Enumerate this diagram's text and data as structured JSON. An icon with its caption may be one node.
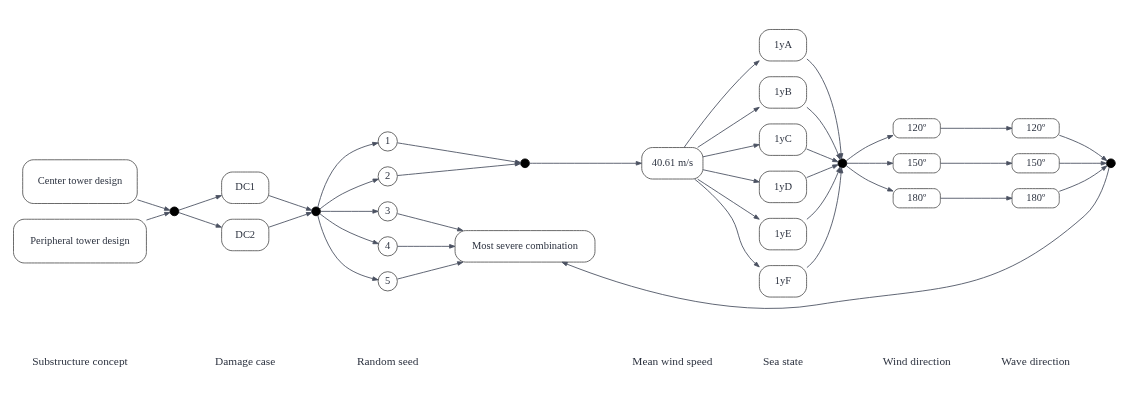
{
  "diagram": {
    "nodes": [
      {
        "text": [
          "Center tower design"
        ]
      },
      {
        "text": [
          "Peripheral tower design"
        ]
      },
      {
        "text": [],
        "shape": "circle"
      },
      {
        "text": [
          "DC1"
        ]
      },
      {
        "text": [
          "DC2"
        ]
      },
      {
        "text": [],
        "shape": "circle"
      },
      {
        "text": [
          "1"
        ]
      },
      {
        "text": [
          "2"
        ]
      },
      {
        "text": [],
        "shape": "circle"
      },
      {
        "text": [
          "40.61 m/s"
        ]
      },
      {
        "text": [
          "1yA"
        ]
      },
      {
        "text": [
          "1yB"
        ]
      },
      {
        "text": [
          "1yC"
        ]
      },
      {
        "text": [
          "1yD"
        ]
      },
      {
        "text": [
          "1yE"
        ]
      },
      {
        "text": [
          "1yF"
        ]
      },
      {
        "text": [],
        "shape": "circle"
      },
      {
        "text": [
          "120º"
        ]
      },
      {
        "text": [
          "150º"
        ]
      },
      {
        "text": [
          "180º"
        ]
      },
      {
        "text": [
          "120º"
        ]
      },
      {
        "text": [
          "150º"
        ]
      },
      {
        "text": [
          "180º"
        ]
      },
      {
        "text": [],
        "shape": "circle"
      },
      {
        "text": [
          "3"
        ]
      },
      {
        "text": [
          "4"
        ]
      },
      {
        "text": [
          "5"
        ]
      },
      {
        "text": [
          "Most severe combination"
        ]
      }
    ],
    "edges": [
      {
        "from": 0,
        "to": 2,
        "arrow": "to"
      },
      {
        "from": 1,
        "to": 2,
        "arrow": "to"
      },
      {
        "from": 2,
        "to": 3,
        "arrow": "to"
      },
      {
        "from": 2,
        "to": 4,
        "arrow": "to"
      },
      {
        "from": 3,
        "to": 5,
        "arrow": "to"
      },
      {
        "from": 4,
        "to": 5,
        "arrow": "to"
      },
      {
        "from": 5,
        "to": 6,
        "arrow": "to"
      },
      {
        "from": 5,
        "to": 7,
        "arrow": "to"
      },
      {
        "from": 5,
        "to": 24,
        "arrow": "to"
      },
      {
        "from": 5,
        "to": 25,
        "arrow": "to"
      },
      {
        "from": 5,
        "to": 26,
        "arrow": "to"
      },
      {
        "from": 6,
        "to": 8,
        "arrow": "to"
      },
      {
        "from": 7,
        "to": 8,
        "arrow": "to"
      },
      {
        "from": 8,
        "to": 9,
        "arrow": "to"
      },
      {
        "from": 9,
        "to": 10,
        "arrow": "to"
      },
      {
        "from": 9,
        "to": 11,
        "arrow": "to"
      },
      {
        "from": 9,
        "to": 12,
        "arrow": "to"
      },
      {
        "from": 9,
        "to": 13,
        "arrow": "to"
      },
      {
        "from": 9,
        "to": 14,
        "arrow": "to"
      },
      {
        "from": 9,
        "to": 15,
        "arrow": "to"
      },
      {
        "from": 10,
        "to": 16,
        "arrow": "to"
      },
      {
        "from": 11,
        "to": 16,
        "arrow": "to"
      },
      {
        "from": 12,
        "to": 16,
        "arrow": "to"
      },
      {
        "from": 13,
        "to": 16,
        "arrow": "to"
      },
      {
        "from": 14,
        "to": 16,
        "arrow": "to"
      },
      {
        "from": 15,
        "to": 16,
        "arrow": "to"
      },
      {
        "from": 16,
        "to": 17,
        "arrow": "to"
      },
      {
        "from": 16,
        "to": 18,
        "arrow": "to"
      },
      {
        "from": 16,
        "to": 19,
        "arrow": "to"
      },
      {
        "from": 17,
        "to": 20,
        "arrow": "to"
      },
      {
        "from": 18,
        "to": 21,
        "arrow": "to"
      },
      {
        "from": 19,
        "to": 22,
        "arrow": "to"
      },
      {
        "from": 20,
        "to": 23,
        "arrow": "to"
      },
      {
        "from": 21,
        "to": 23,
        "arrow": "to"
      },
      {
        "from": 22,
        "to": 23,
        "arrow": "to"
      },
      {
        "from": 23,
        "to": 27,
        "arrow": "to"
      },
      {
        "from": 24,
        "to": 27,
        "arrow": "to"
      },
      {
        "from": 25,
        "to": 27,
        "arrow": "to"
      },
      {
        "from": 26,
        "to": 27,
        "arrow": "to"
      }
    ],
    "labels": [
      "Substructure concept",
      "Damage case",
      "Random seed",
      "Mean wind speed",
      "Sea state",
      "Wind direction",
      "Wave direction"
    ]
  }
}
